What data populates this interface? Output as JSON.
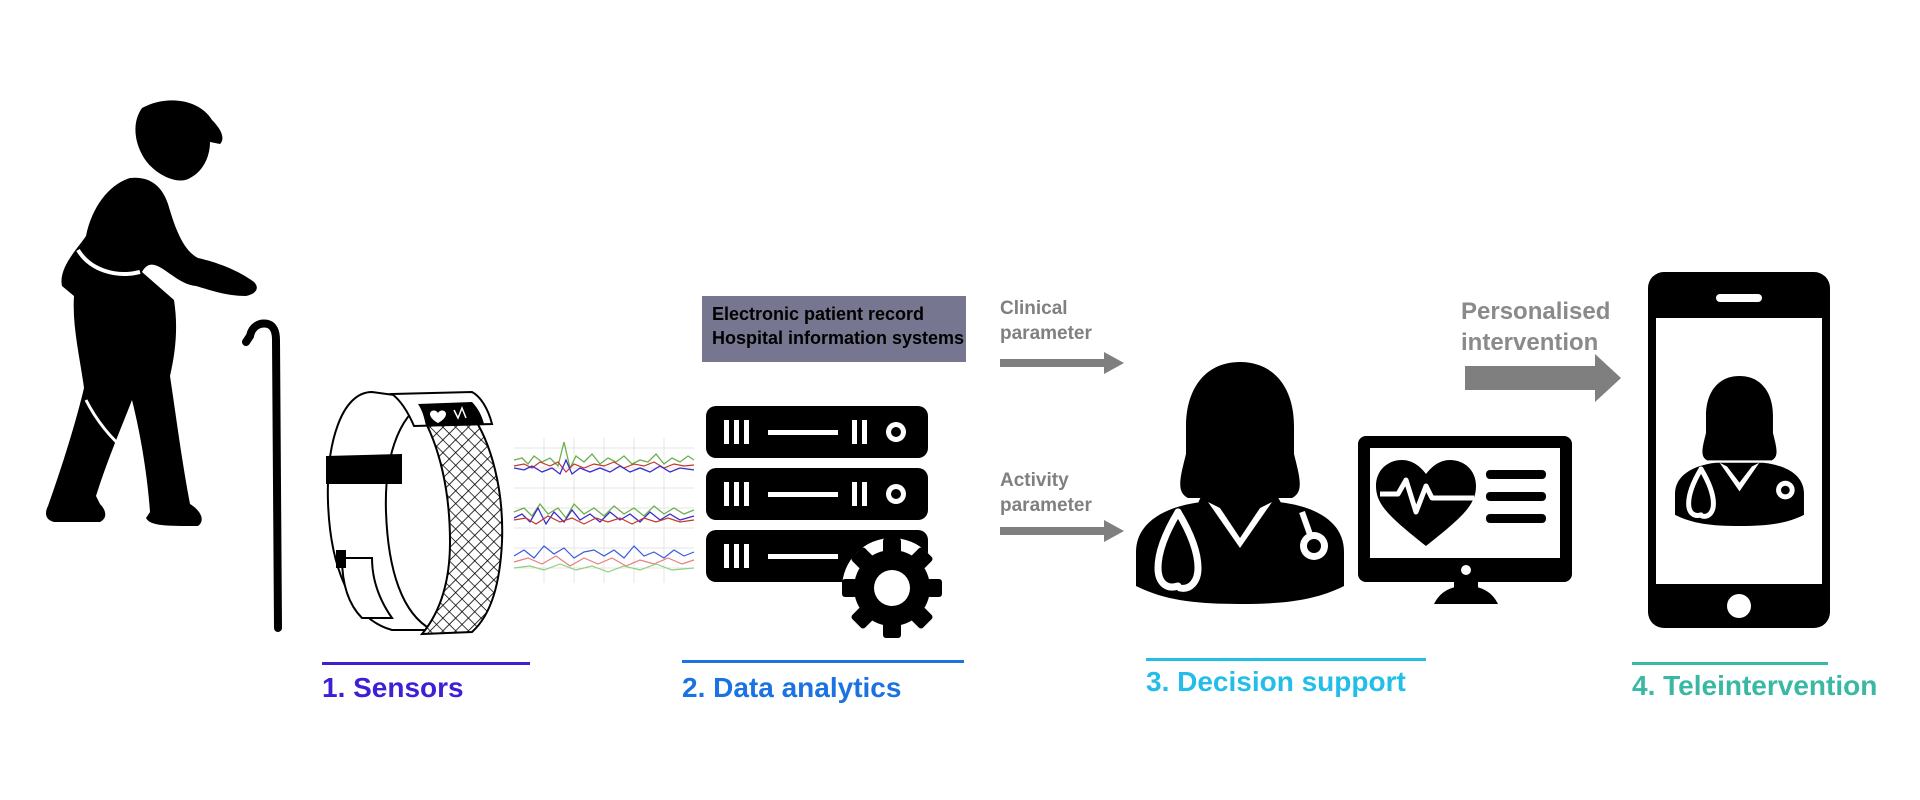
{
  "ehr": {
    "line1": "Electronic patient record",
    "line2": "Hospital information systems"
  },
  "params": {
    "clinical": {
      "line1": "Clinical",
      "line2": "parameter"
    },
    "activity": {
      "line1": "Activity",
      "line2": "parameter"
    }
  },
  "intervention": {
    "line1": "Personalised",
    "line2": "intervention"
  },
  "steps": [
    {
      "label": "1. Sensors",
      "color": "#3d1fd8"
    },
    {
      "label": "2. Data analytics",
      "color": "#1a73e0"
    },
    {
      "label": "3. Decision support",
      "color": "#22bde8"
    },
    {
      "label": "4. Teleintervention",
      "color": "#39b8a4"
    }
  ],
  "icons": {
    "elderly": "elderly-person-with-cane-icon",
    "band": "fitness-wristband-icon",
    "signals": "sensor-signal-waveforms",
    "server": "server-with-gear-icon",
    "doctor": "doctor-with-stethoscope-icon",
    "monitor": "heart-rate-monitor-icon",
    "phone": "smartphone-doctor-icon"
  }
}
